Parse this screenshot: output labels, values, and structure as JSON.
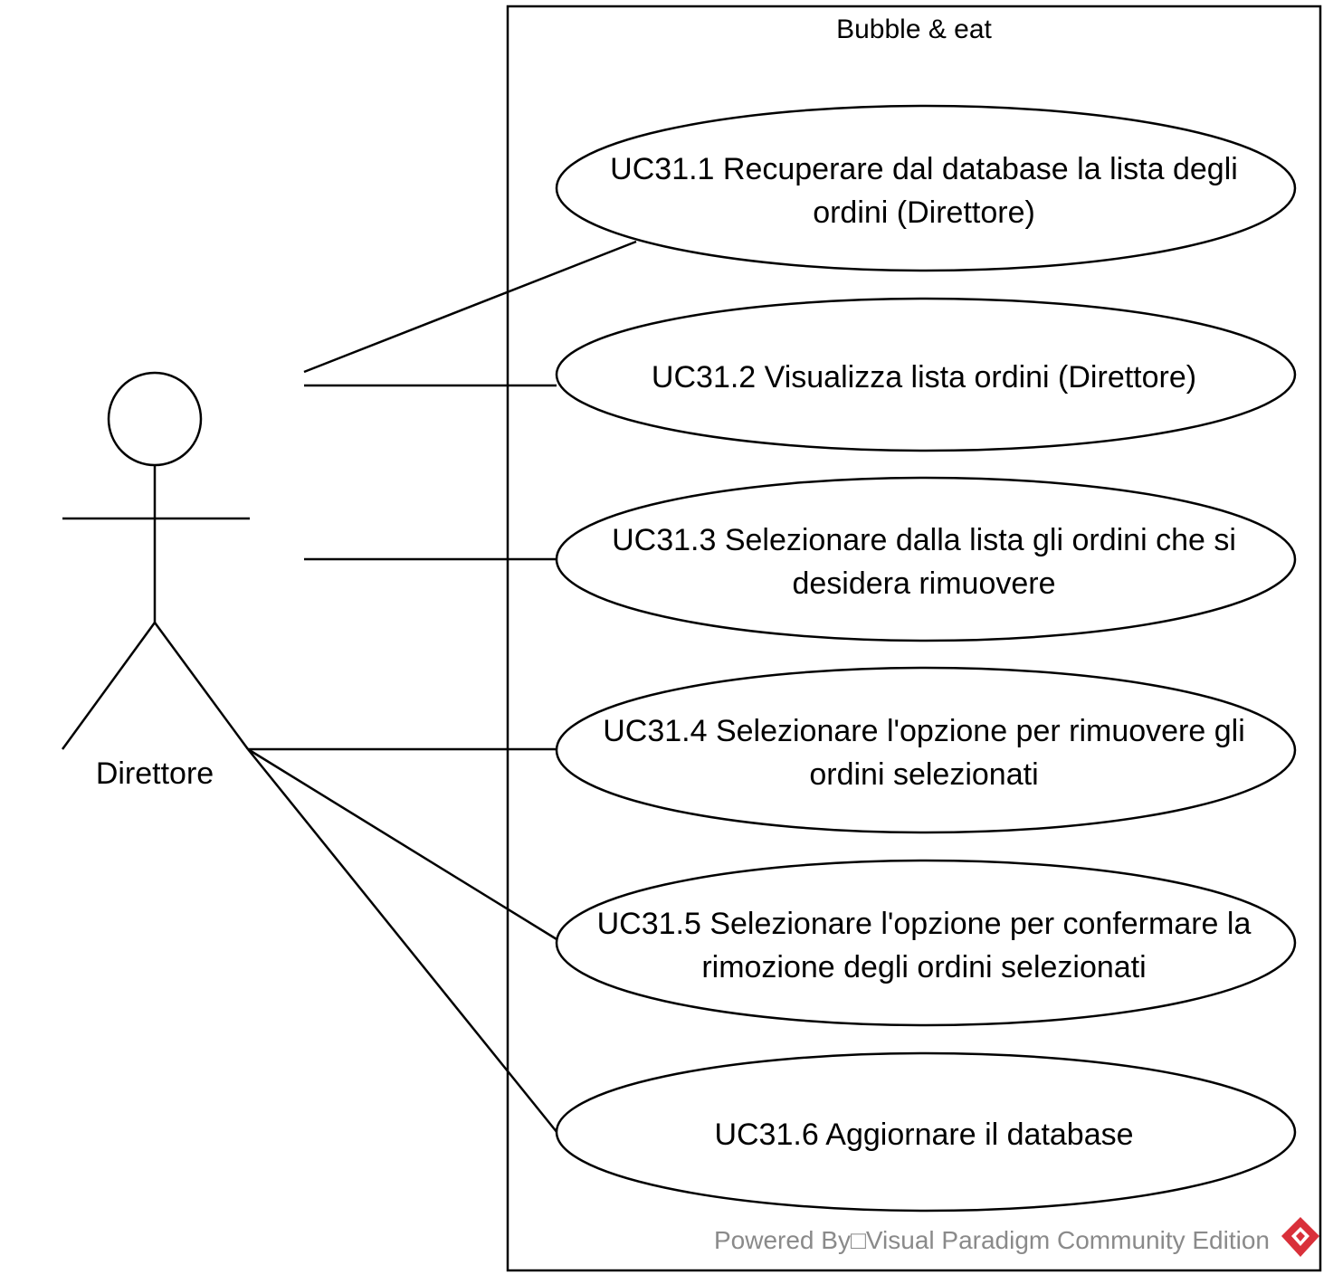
{
  "system": {
    "title": "Bubble & eat"
  },
  "actor": {
    "name": "Direttore"
  },
  "use_cases": [
    {
      "line1": "UC31.1 Recuperare dal database la lista degli",
      "line2": "ordini (Direttore)"
    },
    {
      "line1": "UC31.2 Visualizza lista ordini (Direttore)",
      "line2": ""
    },
    {
      "line1": "UC31.3 Selezionare dalla lista gli ordini che si",
      "line2": "desidera rimuovere"
    },
    {
      "line1": "UC31.4 Selezionare l'opzione per rimuovere gli",
      "line2": "ordini selezionati"
    },
    {
      "line1": "UC31.5 Selezionare l'opzione per confermare la",
      "line2": "rimozione degli ordini selezionati"
    },
    {
      "line1": "UC31.6 Aggiornare il database",
      "line2": ""
    }
  ],
  "footer": {
    "text": "Powered By□Visual Paradigm Community Edition",
    "logo_color": "#d9303a"
  }
}
